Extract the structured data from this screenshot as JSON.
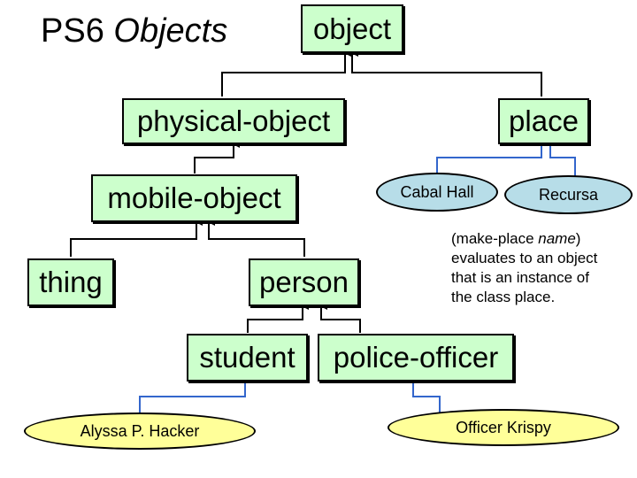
{
  "title": {
    "main": "PS6",
    "italic": "Objects"
  },
  "classes": {
    "object": "object",
    "physical_object": "physical-object",
    "place": "place",
    "mobile_object": "mobile-object",
    "thing": "thing",
    "person": "person",
    "student": "student",
    "police_officer": "police-officer"
  },
  "instances": {
    "cabal_hall": "Cabal Hall",
    "recursa": "Recursa",
    "alyssa": "Alyssa P. Hacker",
    "krispy": "Officer Krispy"
  },
  "note": {
    "line1_a": "(make-place ",
    "line1_b": "name",
    "line1_c": ")",
    "line2": "evaluates to an object",
    "line3": "that is an instance of",
    "line4": "the class place."
  },
  "colors": {
    "class_fill": "#ccffcc",
    "instance_link": "#3366cc",
    "place_instance_fill": "#b7dde8",
    "person_instance_fill": "#ffff99"
  }
}
